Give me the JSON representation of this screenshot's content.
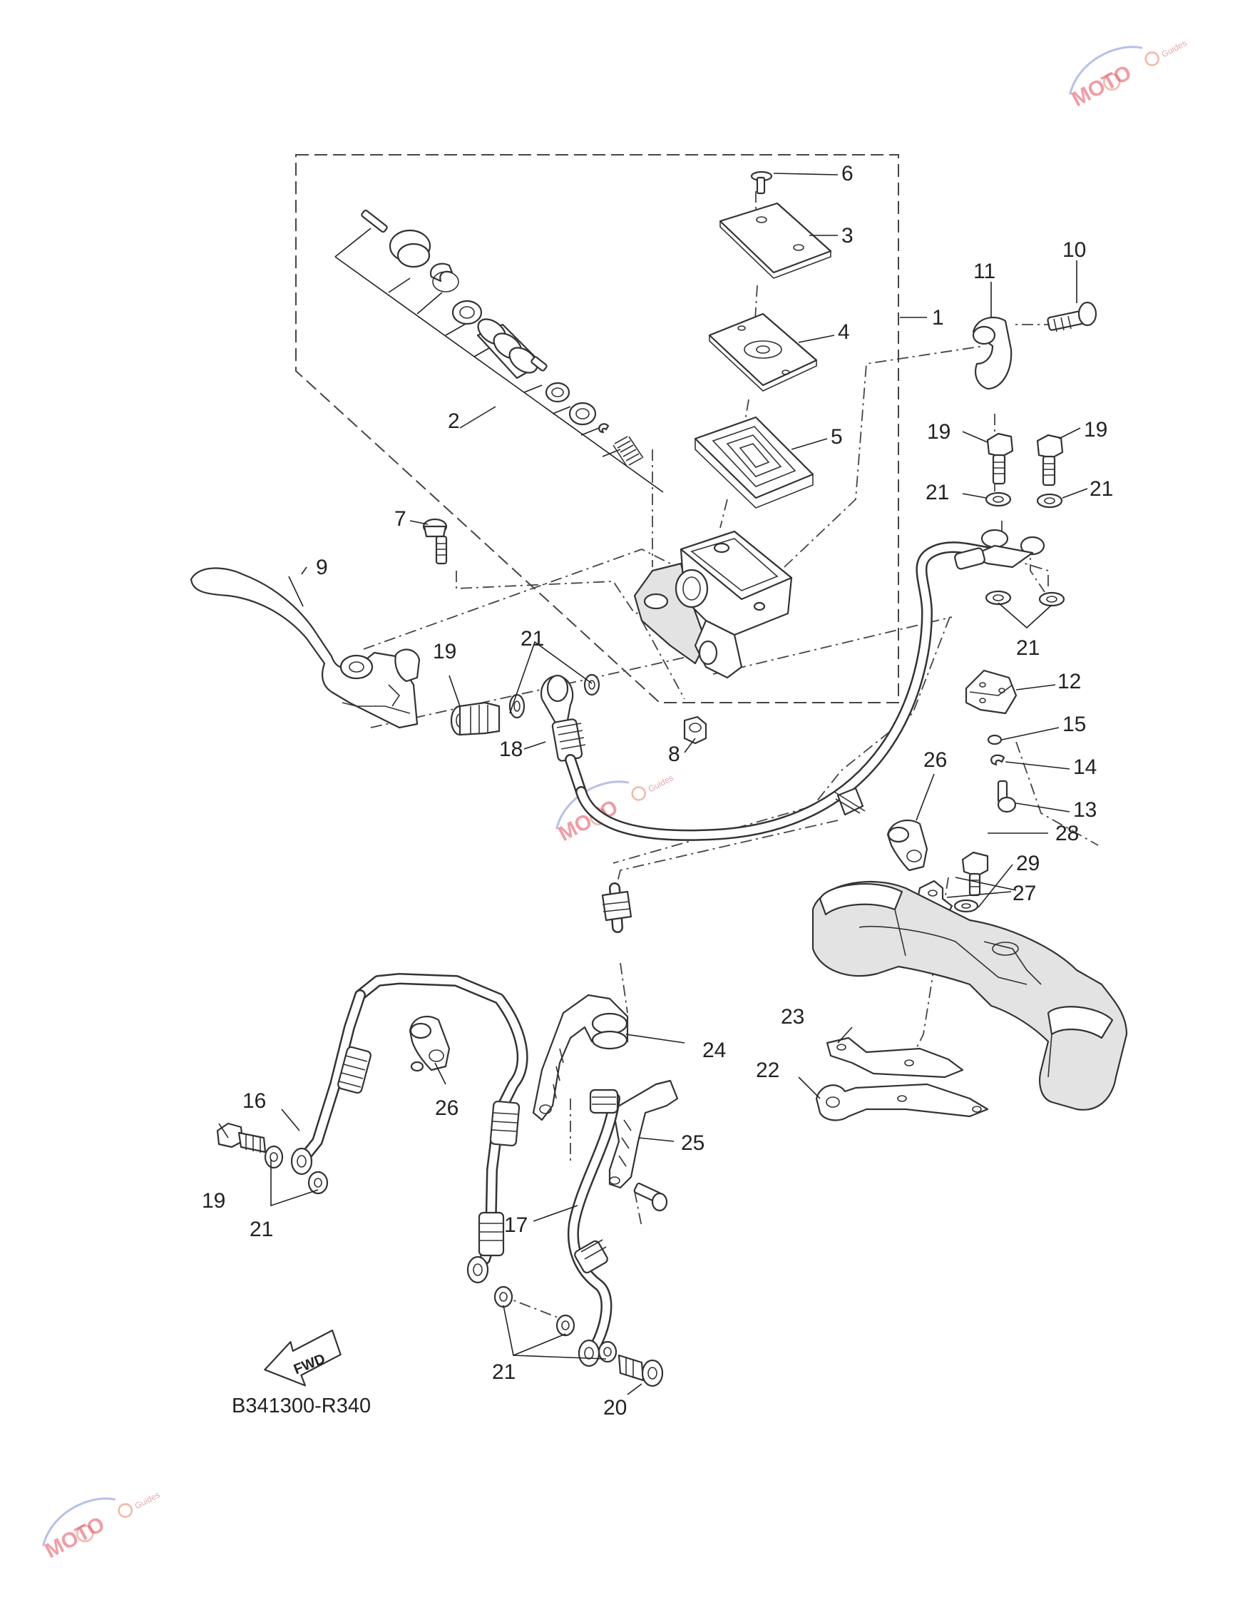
{
  "diagram": {
    "code": "B341300-R340",
    "fwd_label": "FWD",
    "watermark": {
      "brand": "MOTO",
      "sub": "Guides"
    },
    "callouts": [
      {
        "id": "c1",
        "text": "1"
      },
      {
        "id": "c2",
        "text": "2"
      },
      {
        "id": "c3",
        "text": "3"
      },
      {
        "id": "c4",
        "text": "4"
      },
      {
        "id": "c5",
        "text": "5"
      },
      {
        "id": "c6",
        "text": "6"
      },
      {
        "id": "c7",
        "text": "7"
      },
      {
        "id": "c8",
        "text": "8"
      },
      {
        "id": "c9",
        "text": "9"
      },
      {
        "id": "c10",
        "text": "10"
      },
      {
        "id": "c11",
        "text": "11"
      },
      {
        "id": "c12",
        "text": "12"
      },
      {
        "id": "c13",
        "text": "13"
      },
      {
        "id": "c14",
        "text": "14"
      },
      {
        "id": "c15",
        "text": "15"
      },
      {
        "id": "c16",
        "text": "16"
      },
      {
        "id": "c17",
        "text": "17"
      },
      {
        "id": "c18",
        "text": "18"
      },
      {
        "id": "c19a",
        "text": "19"
      },
      {
        "id": "c19b",
        "text": "19"
      },
      {
        "id": "c19c",
        "text": "19"
      },
      {
        "id": "c19d",
        "text": "19"
      },
      {
        "id": "c20",
        "text": "20"
      },
      {
        "id": "c21a",
        "text": "21"
      },
      {
        "id": "c21b",
        "text": "21"
      },
      {
        "id": "c21c",
        "text": "21"
      },
      {
        "id": "c21d",
        "text": "21"
      },
      {
        "id": "c21e",
        "text": "21"
      },
      {
        "id": "c21f",
        "text": "21"
      },
      {
        "id": "c22",
        "text": "22"
      },
      {
        "id": "c23",
        "text": "23"
      },
      {
        "id": "c24",
        "text": "24"
      },
      {
        "id": "c25",
        "text": "25"
      },
      {
        "id": "c26a",
        "text": "26"
      },
      {
        "id": "c26b",
        "text": "26"
      },
      {
        "id": "c27",
        "text": "27"
      },
      {
        "id": "c28",
        "text": "28"
      },
      {
        "id": "c29",
        "text": "29"
      }
    ]
  }
}
